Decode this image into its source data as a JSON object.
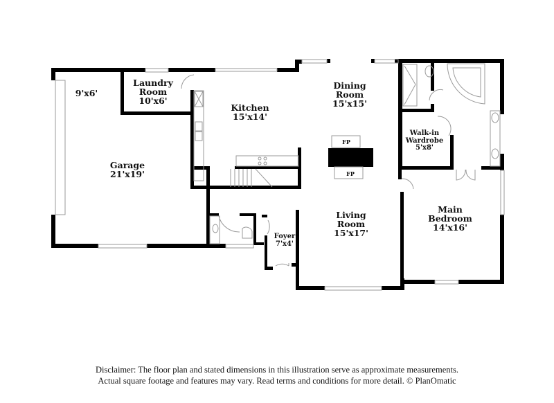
{
  "floorplan": {
    "rooms": [
      {
        "id": "garage-extension",
        "name": "",
        "dimensions": "9'x6'"
      },
      {
        "id": "laundry",
        "name_line1": "Laundry",
        "name_line2": "Room",
        "dimensions": "10'x6'"
      },
      {
        "id": "garage",
        "name": "Garage",
        "dimensions": "21'x19'"
      },
      {
        "id": "kitchen",
        "name": "Kitchen",
        "dimensions": "15'x14'"
      },
      {
        "id": "dining",
        "name_line1": "Dining",
        "name_line2": "Room",
        "dimensions": "15'x15'"
      },
      {
        "id": "walkin",
        "name_line1": "Walk-in",
        "name_line2": "Wardrobe",
        "dimensions": "5'x8'"
      },
      {
        "id": "living",
        "name_line1": "Living",
        "name_line2": "Room",
        "dimensions": "15'x17'"
      },
      {
        "id": "foyer",
        "name": "Foyer",
        "dimensions": "7'x4'"
      },
      {
        "id": "main-bedroom",
        "name_line1": "Main",
        "name_line2": "Bedroom",
        "dimensions": "14'x16'"
      }
    ],
    "fireplace_labels": [
      "FP",
      "FP"
    ],
    "colors": {
      "wall": "#000000",
      "fixture": "#9a9a9a",
      "background": "#ffffff"
    }
  },
  "disclaimer": {
    "line1": "Disclaimer: The floor plan and stated dimensions in this illustration serve as approximate measurements.",
    "line2": "Actual square footage and features may vary. Read terms and conditions for more detail. © PlanOmatic"
  }
}
